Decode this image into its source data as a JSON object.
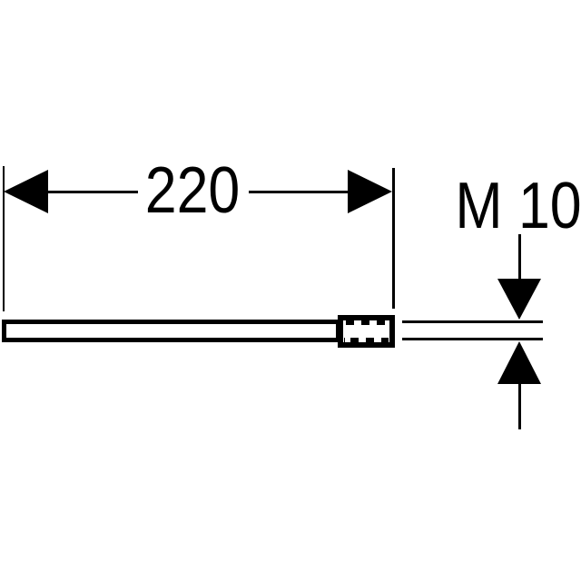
{
  "page": {
    "background_color": "#ffffff",
    "line_color": "#000000",
    "description": "Technical dimension drawing of a straight actuator rod with threaded end"
  },
  "drawing": {
    "length_dimension": {
      "value": "220",
      "arrow_icons": [
        "arrowhead-left-icon",
        "arrowhead-right-icon"
      ]
    },
    "thread_dimension": {
      "value": "M 10",
      "arrow_icons": [
        "arrowhead-down-icon",
        "arrowhead-up-icon"
      ]
    }
  }
}
